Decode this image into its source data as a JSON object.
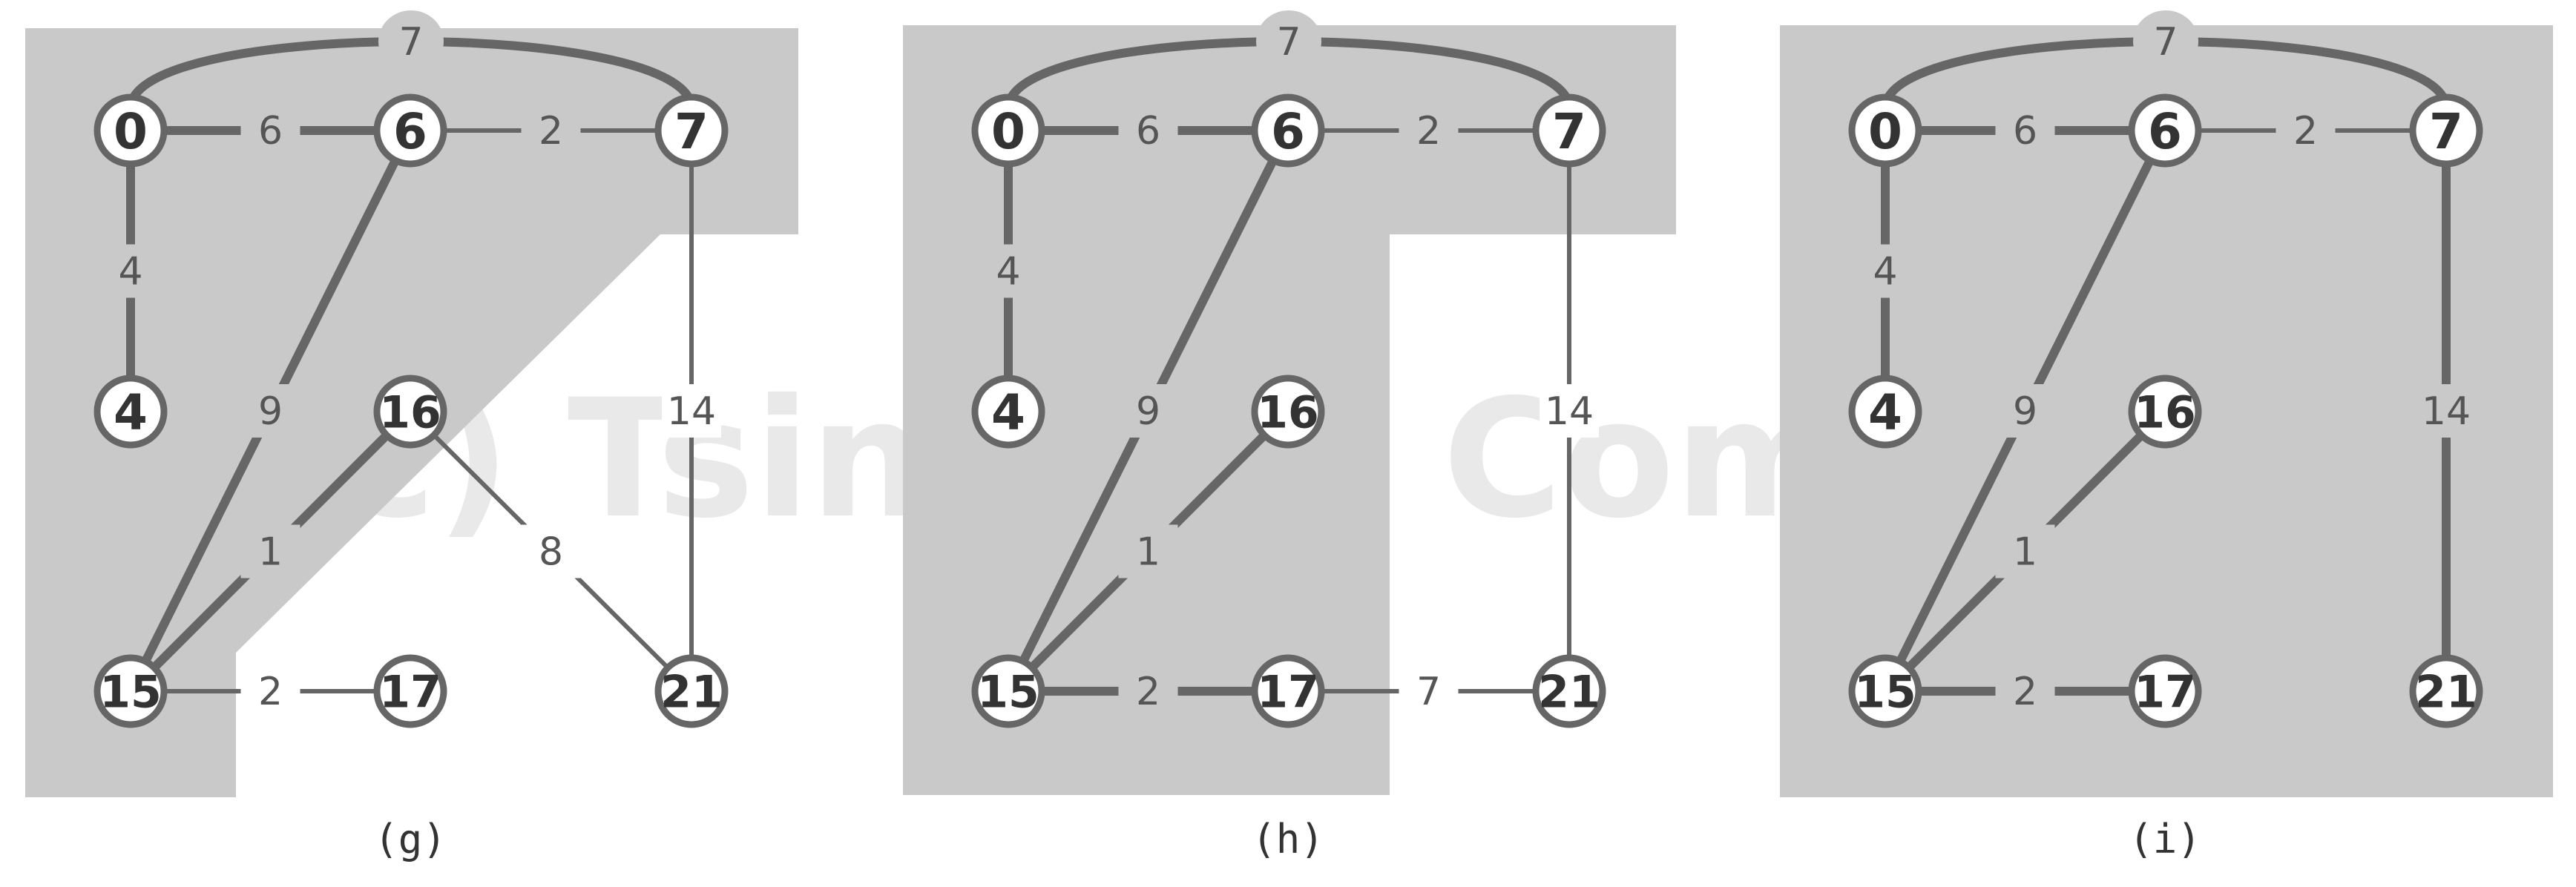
{
  "watermark": "(c) Tsinghua Computer",
  "colors": {
    "region": "#c9c9c9",
    "edge": "#666666",
    "node_fill": "#ffffff",
    "node_stroke": "#666666",
    "text": "#333333"
  },
  "nodes": [
    "0",
    "6",
    "7",
    "4",
    "16",
    "15",
    "17",
    "21"
  ],
  "panels": [
    {
      "caption": "(g)",
      "edges": [
        {
          "from": "0",
          "to": "7",
          "weight": "7",
          "tree": true
        },
        {
          "from": "0",
          "to": "6",
          "weight": "6",
          "tree": true
        },
        {
          "from": "6",
          "to": "7",
          "weight": "2",
          "tree": false
        },
        {
          "from": "0",
          "to": "4",
          "weight": "4",
          "tree": true
        },
        {
          "from": "6",
          "to": "15",
          "weight": "9",
          "tree": true
        },
        {
          "from": "15",
          "to": "16",
          "weight": "1",
          "tree": true
        },
        {
          "from": "7",
          "to": "21",
          "weight": "14",
          "tree": false
        },
        {
          "from": "16",
          "to": "21",
          "weight": "8",
          "tree": false
        },
        {
          "from": "15",
          "to": "17",
          "weight": "2",
          "tree": false
        }
      ]
    },
    {
      "caption": "(h)",
      "edges": [
        {
          "from": "0",
          "to": "7",
          "weight": "7",
          "tree": true
        },
        {
          "from": "0",
          "to": "6",
          "weight": "6",
          "tree": true
        },
        {
          "from": "6",
          "to": "7",
          "weight": "2",
          "tree": false
        },
        {
          "from": "0",
          "to": "4",
          "weight": "4",
          "tree": true
        },
        {
          "from": "6",
          "to": "15",
          "weight": "9",
          "tree": true
        },
        {
          "from": "15",
          "to": "16",
          "weight": "1",
          "tree": true
        },
        {
          "from": "7",
          "to": "21",
          "weight": "14",
          "tree": false
        },
        {
          "from": "15",
          "to": "17",
          "weight": "2",
          "tree": true
        },
        {
          "from": "17",
          "to": "21",
          "weight": "7",
          "tree": false
        }
      ]
    },
    {
      "caption": "(i)",
      "edges": [
        {
          "from": "0",
          "to": "7",
          "weight": "7",
          "tree": true
        },
        {
          "from": "0",
          "to": "6",
          "weight": "6",
          "tree": true
        },
        {
          "from": "6",
          "to": "7",
          "weight": "2",
          "tree": false
        },
        {
          "from": "0",
          "to": "4",
          "weight": "4",
          "tree": true
        },
        {
          "from": "6",
          "to": "15",
          "weight": "9",
          "tree": true
        },
        {
          "from": "15",
          "to": "16",
          "weight": "1",
          "tree": true
        },
        {
          "from": "7",
          "to": "21",
          "weight": "14",
          "tree": true
        },
        {
          "from": "15",
          "to": "17",
          "weight": "2",
          "tree": true
        }
      ]
    }
  ]
}
